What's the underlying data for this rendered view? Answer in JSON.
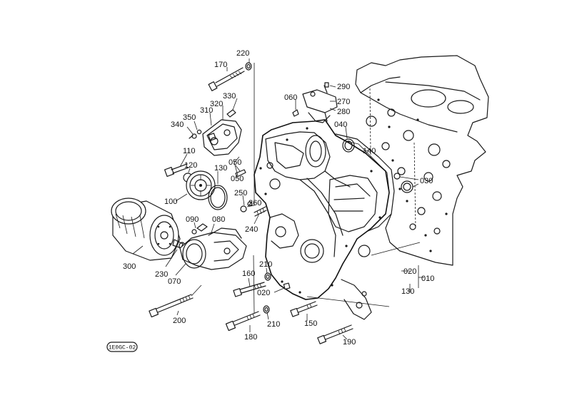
{
  "diagram": {
    "callouts": [
      {
        "id": "c220",
        "label": "220"
      },
      {
        "id": "c170",
        "label": "170"
      },
      {
        "id": "c320",
        "label": "320"
      },
      {
        "id": "c330",
        "label": "330"
      },
      {
        "id": "c310",
        "label": "310"
      },
      {
        "id": "c350",
        "label": "350"
      },
      {
        "id": "c340",
        "label": "340"
      },
      {
        "id": "c110",
        "label": "110"
      },
      {
        "id": "c120",
        "label": "120"
      },
      {
        "id": "c130a",
        "label": "130"
      },
      {
        "id": "c100",
        "label": "100"
      },
      {
        "id": "c050a",
        "label": "050"
      },
      {
        "id": "c050b",
        "label": "050"
      },
      {
        "id": "c060",
        "label": "060"
      },
      {
        "id": "c290",
        "label": "290"
      },
      {
        "id": "c270",
        "label": "270"
      },
      {
        "id": "c280",
        "label": "280"
      },
      {
        "id": "c040",
        "label": "040"
      },
      {
        "id": "c140",
        "label": "140"
      },
      {
        "id": "c030",
        "label": "030"
      },
      {
        "id": "c250",
        "label": "250"
      },
      {
        "id": "c260",
        "label": "260"
      },
      {
        "id": "c240",
        "label": "240"
      },
      {
        "id": "c090",
        "label": "090"
      },
      {
        "id": "c080",
        "label": "080"
      },
      {
        "id": "c300",
        "label": "300"
      },
      {
        "id": "c230",
        "label": "230"
      },
      {
        "id": "c070",
        "label": "070"
      },
      {
        "id": "c160",
        "label": "160"
      },
      {
        "id": "c210a",
        "label": "210"
      },
      {
        "id": "c020a",
        "label": "020"
      },
      {
        "id": "c020b",
        "label": "020"
      },
      {
        "id": "c010",
        "label": "010"
      },
      {
        "id": "c130b",
        "label": "130"
      },
      {
        "id": "c200",
        "label": "200"
      },
      {
        "id": "c180",
        "label": "180"
      },
      {
        "id": "c210b",
        "label": "210"
      },
      {
        "id": "c150",
        "label": "150"
      },
      {
        "id": "c190",
        "label": "190"
      }
    ],
    "stamp": "1E0GC-02"
  }
}
